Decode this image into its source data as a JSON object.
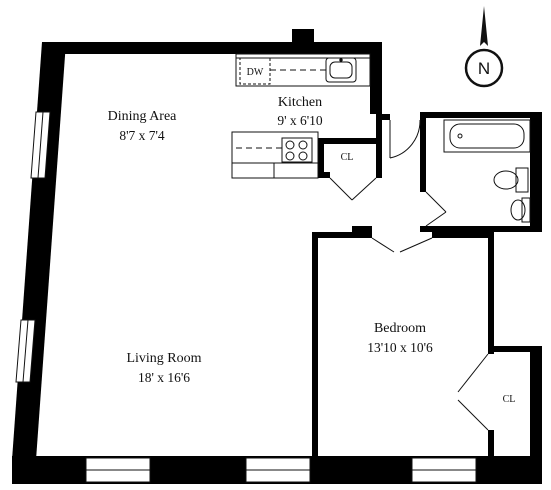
{
  "floor_plan": {
    "compass": {
      "label": "N"
    },
    "rooms": {
      "dining_area": {
        "name": "Dining Area",
        "dimensions": "8'7 x 7'4"
      },
      "kitchen": {
        "name": "Kitchen",
        "dimensions": "9' x 6'10"
      },
      "living_room": {
        "name": "Living Room",
        "dimensions": "18' x 16'6"
      },
      "bedroom": {
        "name": "Bedroom",
        "dimensions": "13'10 x 10'6"
      }
    },
    "closets": {
      "kitchen_closet": {
        "label": "CL"
      },
      "bedroom_closet": {
        "label": "CL"
      }
    },
    "appliances": {
      "dishwasher": {
        "label": "DW"
      }
    },
    "colors": {
      "wall": "#000000",
      "line": "#111111",
      "background": "#ffffff"
    }
  }
}
